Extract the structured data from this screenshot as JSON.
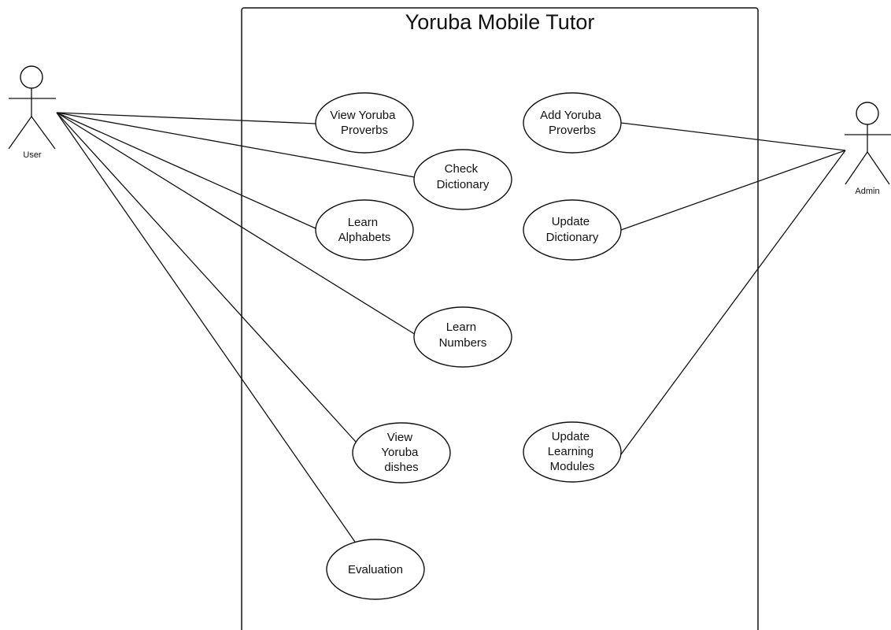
{
  "system": {
    "title": "Yoruba Mobile Tutor"
  },
  "actors": {
    "user": {
      "label": "User"
    },
    "admin": {
      "label": "Admin"
    }
  },
  "use_cases": {
    "view_proverbs": [
      "View Yoruba",
      "Proverbs"
    ],
    "check_dictionary": [
      "Check",
      "Dictionary"
    ],
    "learn_alphabets": [
      "Learn",
      "Alphabets"
    ],
    "learn_numbers": [
      "Learn",
      "Numbers"
    ],
    "view_dishes": [
      "View",
      "Yoruba",
      "dishes"
    ],
    "evaluation": [
      "Evaluation"
    ],
    "add_proverbs": [
      "Add Yoruba",
      "Proverbs"
    ],
    "update_dictionary": [
      "Update",
      "Dictionary"
    ],
    "update_modules": [
      "Update",
      "Learning",
      "Modules"
    ]
  },
  "associations": {
    "user": [
      "view_proverbs",
      "check_dictionary",
      "learn_alphabets",
      "learn_numbers",
      "view_dishes",
      "evaluation"
    ],
    "admin": [
      "add_proverbs",
      "update_dictionary",
      "update_modules"
    ]
  }
}
